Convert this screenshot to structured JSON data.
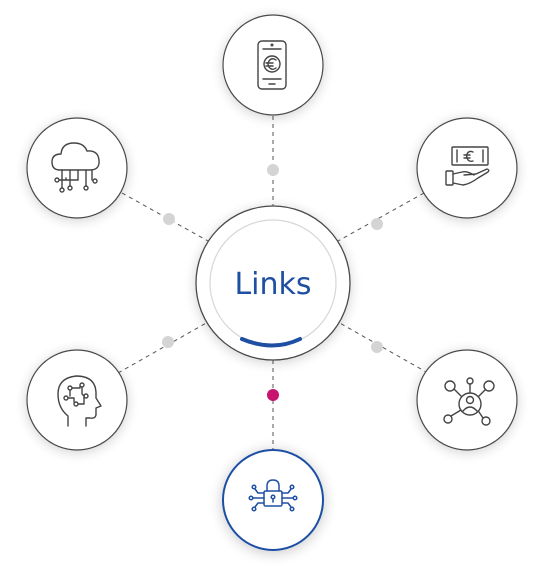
{
  "center": {
    "label": "Links"
  },
  "colors": {
    "accent_blue": "#1f4fa3",
    "accent_magenta": "#c6146f",
    "connector_dot_gray": "#d4d4d4",
    "outline_gray": "#4a4a4a"
  },
  "nodes": [
    {
      "id": "top",
      "icon": "mobile-euro-payment-icon",
      "active": false
    },
    {
      "id": "upper-left",
      "icon": "cloud-network-icon",
      "active": false
    },
    {
      "id": "upper-right",
      "icon": "hand-euro-banknote-icon",
      "active": false
    },
    {
      "id": "lower-left",
      "icon": "head-circuit-ai-icon",
      "active": false
    },
    {
      "id": "lower-right",
      "icon": "user-network-hub-icon",
      "active": false
    },
    {
      "id": "bottom",
      "icon": "padlock-circuit-security-icon",
      "active": true
    }
  ]
}
